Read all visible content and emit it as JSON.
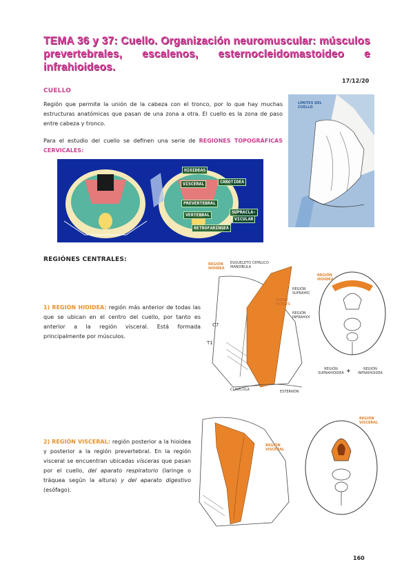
{
  "title": "TEMA 36 y 37: Cuello. Organización neuromuscular: músculos prevertebrales, escalenos, esternocleidomastoideo e infrahioideos.",
  "date": "17/12/20",
  "cuello": {
    "heading": "CUELLO",
    "p1": "Región que permite la unión de la cabeza con el tronco, por lo que hay muchas estructuras anatómicas que pasan de una zona a otra. El cuello es la zona de paso entre cabeza y tronco.",
    "p2_start": "Para el estudio del cuello se definen una serie de ",
    "p2_highlight": "REGIONES TOPOGRÁFICAS CERVICALES:",
    "limits_label": "LÍMITES DEL CUELLO"
  },
  "regions_figure": {
    "labels": [
      "HIOIDEAS",
      "VISCERAL",
      "CAROTIDEA",
      "PREVERTEBRAL",
      "SUPRACLA-",
      "VICULAR",
      "VERTEBRAL",
      "RETROFARINGEA"
    ]
  },
  "centrales_heading": "REGIÓNES CENTRALES:",
  "hioidea": {
    "number": "1)",
    "name": "REGIÓN HIOIDEA:",
    "text": "región más anterior de todas las que se ubican en el centro del cuello, por tanto es anterior a la región visceral. Está formada principalmente por músculos.",
    "fig_labels": {
      "region_hioidea": "REGIÓN HIOIDEA",
      "esqueleto": "ESQUELETO CEFÁLICO MANDÍBULA",
      "suprahioidea": "REGIÓN SUPRAHIOIDEA",
      "hueso": "HUESO HIOIDES",
      "infrahioidea": "REGIÓN INFRAHIOIDEA",
      "c7": "C7",
      "t1": "T1",
      "clavicula": "CLAVÍCULA",
      "esternon": "ESTERNÓN"
    },
    "section_labels": {
      "region": "REGIÓN HIOIDEA",
      "supra": "REGIÓN SUPRAHIOIDEA",
      "plus": "+",
      "infra": "REGIÓN INFRAHIOIDEA"
    }
  },
  "visceral": {
    "number": "2)",
    "name": "REGIÓN VISCERAL:",
    "t1": "región posterior a la hioidea y posterior a la región prevertebral. En la región visceral se encuentran ubicadas ",
    "t2": "vísceras",
    "t3": " que pasan por el cuello, ",
    "t4": "del aparato respiratorio",
    "t5": " (laringe o tráquea según la altura) ",
    "t6": "y del aparato digestivo",
    "t7": " (esófago).",
    "fig_label": "REGIÓN VISCERAL",
    "section_label": "REGIÓN VISCERAL"
  },
  "page_number": "160"
}
